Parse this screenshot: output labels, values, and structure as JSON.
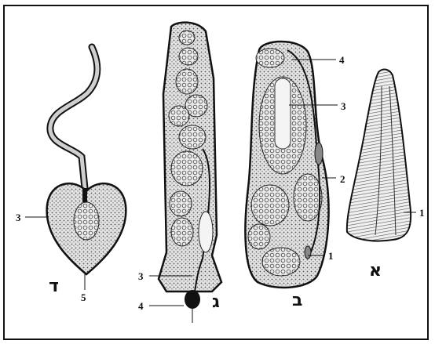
{
  "figure": {
    "panels": [
      {
        "letter": "ד",
        "labels": [
          "3",
          "5"
        ]
      },
      {
        "letter": "ג",
        "labels": [
          "3",
          "4"
        ]
      },
      {
        "letter": "ב",
        "labels": [
          "4",
          "3",
          "2",
          "1"
        ]
      },
      {
        "letter": "א",
        "labels": [
          "1"
        ]
      }
    ]
  },
  "colors": {
    "ink": "#111111",
    "fill": "#d9d9d9",
    "paper": "#ffffff"
  }
}
